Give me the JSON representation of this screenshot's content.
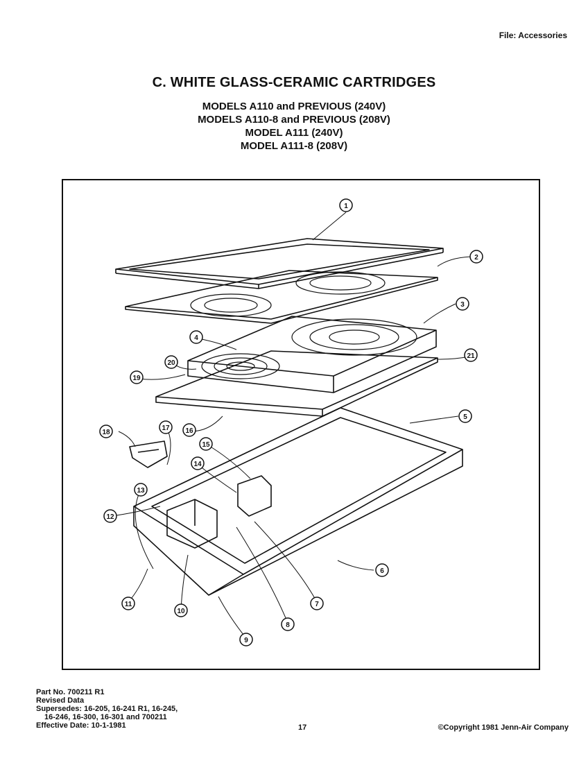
{
  "file_label": "File: Accessories",
  "title": "C. WHITE GLASS-CERAMIC CARTRIDGES",
  "models": [
    "MODELS A110 and PREVIOUS (240V)",
    "MODELS A110-8 and PREVIOUS (208V)",
    "MODEL A111 (240V)",
    "MODEL A111-8 (208V)"
  ],
  "callouts": [
    "1",
    "2",
    "3",
    "4",
    "5",
    "6",
    "7",
    "8",
    "9",
    "10",
    "11",
    "12",
    "13",
    "14",
    "15",
    "16",
    "17",
    "18",
    "19",
    "20",
    "21"
  ],
  "footer": {
    "part_no": "Part No. 700211 R1",
    "revised": "Revised Data",
    "supersedes_1": "Supersedes: 16-205, 16-241 R1, 16-245,",
    "supersedes_2": "16-246, 16-300, 16-301 and 700211",
    "effective": "Effective Date: 10-1-1981",
    "page": "17",
    "copyright": "©Copyright 1981 Jenn-Air Company"
  }
}
